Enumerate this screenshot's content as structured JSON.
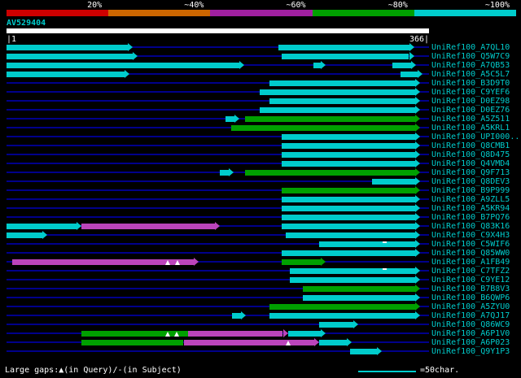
{
  "colors": {
    "cyan": "#00CCCC",
    "green": "#00A000",
    "magenta": "#BB44BB",
    "navy": "#00008B",
    "white": "#FFFFFF",
    "background": "#000000"
  },
  "chart_data": {
    "type": "bar",
    "subtype": "blast-alignment-overview",
    "query": {
      "name": "AV529404",
      "start_label": "|1",
      "end_label": "366|",
      "length": 366
    },
    "x_axis": {
      "min": 1,
      "max": 366
    },
    "identity_scale": {
      "labels": [
        "20%",
        "~40%",
        "~60%",
        "~80%",
        "~100%"
      ],
      "colors": [
        "#CC0000",
        "#CC6600",
        "#A020A0",
        "#00A000",
        "#00CCCC"
      ]
    },
    "legend": {
      "gaps": "Large gaps:▲(in Query)/-(in Subject)",
      "scale_bar_chars": "=50char."
    },
    "rows": [
      {
        "label": "UniRef100_A7QL10",
        "segments": [
          {
            "start": 1,
            "end": 110,
            "color": "cyan",
            "arrow": true
          },
          {
            "start": 236,
            "end": 353,
            "color": "cyan",
            "arrow": true
          }
        ]
      },
      {
        "label": "UniRef100_Q5W7C9",
        "segments": [
          {
            "start": 1,
            "end": 114,
            "color": "cyan",
            "arrow": true
          },
          {
            "start": 239,
            "end": 353,
            "color": "cyan",
            "arrow": true
          }
        ]
      },
      {
        "label": "UniRef100_A7QB53",
        "segments": [
          {
            "start": 1,
            "end": 206,
            "color": "cyan",
            "arrow": true
          },
          {
            "start": 266,
            "end": 277,
            "color": "cyan",
            "arrow": true
          },
          {
            "start": 334,
            "end": 355,
            "color": "cyan",
            "arrow": true
          }
        ]
      },
      {
        "label": "UniRef100_A5C5L7",
        "segments": [
          {
            "start": 1,
            "end": 107,
            "color": "cyan",
            "arrow": true
          },
          {
            "start": 341,
            "end": 360,
            "color": "cyan",
            "arrow": true
          }
        ]
      },
      {
        "label": "UniRef100_B3D9T0",
        "segments": [
          {
            "start": 228,
            "end": 358,
            "color": "cyan",
            "arrow": true
          }
        ]
      },
      {
        "label": "UniRef100_C9YEF6",
        "segments": [
          {
            "start": 220,
            "end": 358,
            "color": "cyan",
            "arrow": true
          }
        ]
      },
      {
        "label": "UniRef100_D0EZ98",
        "segments": [
          {
            "start": 228,
            "end": 358,
            "color": "cyan",
            "arrow": true
          }
        ]
      },
      {
        "label": "UniRef100_D0EZ76",
        "segments": [
          {
            "start": 220,
            "end": 358,
            "color": "cyan",
            "arrow": true
          }
        ]
      },
      {
        "label": "UniRef100_A5Z511",
        "segments": [
          {
            "start": 190,
            "end": 202,
            "color": "cyan",
            "arrow": true
          },
          {
            "start": 207,
            "end": 358,
            "color": "green",
            "arrow": true
          }
        ]
      },
      {
        "label": "UniRef100_A5KRL1",
        "segments": [
          {
            "start": 195,
            "end": 358,
            "color": "green",
            "arrow": true
          }
        ]
      },
      {
        "label": "UniRef100_UPI000..",
        "segments": [
          {
            "start": 239,
            "end": 358,
            "color": "cyan",
            "arrow": true
          }
        ]
      },
      {
        "label": "UniRef100_Q8CMB1",
        "segments": [
          {
            "start": 239,
            "end": 358,
            "color": "cyan",
            "arrow": true
          }
        ]
      },
      {
        "label": "UniRef100_Q8D475",
        "segments": [
          {
            "start": 239,
            "end": 358,
            "color": "cyan",
            "arrow": true
          }
        ]
      },
      {
        "label": "UniRef100_Q4VMD4",
        "segments": [
          {
            "start": 239,
            "end": 358,
            "color": "cyan",
            "arrow": true
          }
        ]
      },
      {
        "label": "UniRef100_Q9F713",
        "segments": [
          {
            "start": 185,
            "end": 197,
            "color": "cyan",
            "arrow": true
          },
          {
            "start": 207,
            "end": 358,
            "color": "green",
            "arrow": true
          }
        ]
      },
      {
        "label": "UniRef100_Q8DEV3",
        "segments": [
          {
            "start": 317,
            "end": 358,
            "color": "cyan",
            "arrow": true
          }
        ]
      },
      {
        "label": "UniRef100_B9P999",
        "segments": [
          {
            "start": 239,
            "end": 358,
            "color": "green",
            "arrow": true
          }
        ]
      },
      {
        "label": "UniRef100_A9ZLL5",
        "segments": [
          {
            "start": 239,
            "end": 358,
            "color": "cyan",
            "arrow": true
          }
        ]
      },
      {
        "label": "UniRef100_A5KR94",
        "segments": [
          {
            "start": 239,
            "end": 358,
            "color": "cyan",
            "arrow": true
          }
        ]
      },
      {
        "label": "UniRef100_B7PQ76",
        "segments": [
          {
            "start": 239,
            "end": 358,
            "color": "cyan",
            "arrow": true
          }
        ]
      },
      {
        "label": "UniRef100_Q83K16",
        "segments": [
          {
            "start": 1,
            "end": 66,
            "color": "cyan",
            "arrow": true
          },
          {
            "start": 66,
            "end": 185,
            "color": "magenta",
            "arrow": true
          },
          {
            "start": 239,
            "end": 358,
            "color": "cyan",
            "arrow": true
          }
        ]
      },
      {
        "label": "UniRef100_C9X4H3",
        "segments": [
          {
            "start": 1,
            "end": 36,
            "color": "cyan",
            "arrow": true
          },
          {
            "start": 242,
            "end": 358,
            "color": "cyan",
            "arrow": true
          }
        ]
      },
      {
        "label": "UniRef100_C5WIF6",
        "segments": [
          {
            "start": 271,
            "end": 358,
            "color": "cyan",
            "arrow": true
          }
        ],
        "markers": [
          {
            "pos": 327,
            "type": "gap-subject"
          }
        ]
      },
      {
        "label": "UniRef100_Q85WW0",
        "segments": [
          {
            "start": 239,
            "end": 358,
            "color": "cyan",
            "arrow": true
          }
        ]
      },
      {
        "label": "UniRef100_A1FB49",
        "segments": [
          {
            "start": 6,
            "end": 167,
            "color": "magenta",
            "arrow": true
          },
          {
            "start": 239,
            "end": 277,
            "color": "green",
            "arrow": true
          }
        ],
        "markers": [
          {
            "pos": 140,
            "type": "gap-query"
          },
          {
            "pos": 149,
            "type": "gap-query"
          }
        ]
      },
      {
        "label": "UniRef100_C7TFZ2",
        "segments": [
          {
            "start": 246,
            "end": 358,
            "color": "cyan",
            "arrow": true
          }
        ],
        "markers": [
          {
            "pos": 327,
            "type": "gap-subject"
          }
        ]
      },
      {
        "label": "UniRef100_C9YE12",
        "segments": [
          {
            "start": 246,
            "end": 358,
            "color": "cyan",
            "arrow": true
          }
        ]
      },
      {
        "label": "UniRef100_B7B8V3",
        "segments": [
          {
            "start": 257,
            "end": 358,
            "color": "green",
            "arrow": true
          }
        ]
      },
      {
        "label": "UniRef100_B6QWP6",
        "segments": [
          {
            "start": 257,
            "end": 358,
            "color": "cyan",
            "arrow": true
          }
        ]
      },
      {
        "label": "UniRef100_A5ZYU0",
        "segments": [
          {
            "start": 228,
            "end": 358,
            "color": "green",
            "arrow": true
          }
        ]
      },
      {
        "label": "UniRef100_A7QJ17",
        "segments": [
          {
            "start": 196,
            "end": 208,
            "color": "cyan",
            "arrow": true
          },
          {
            "start": 228,
            "end": 358,
            "color": "cyan",
            "arrow": true
          }
        ]
      },
      {
        "label": "UniRef100_Q86WC9",
        "segments": [
          {
            "start": 271,
            "end": 305,
            "color": "cyan",
            "arrow": true
          }
        ]
      },
      {
        "label": "UniRef100_A6P1V0",
        "segments": [
          {
            "start": 66,
            "end": 158,
            "color": "green",
            "arrow": false
          },
          {
            "start": 158,
            "end": 244,
            "color": "magenta",
            "arrow": true
          },
          {
            "start": 244,
            "end": 277,
            "color": "cyan",
            "arrow": true
          }
        ],
        "markers": [
          {
            "pos": 140,
            "type": "gap-query"
          },
          {
            "pos": 148,
            "type": "gap-query"
          }
        ]
      },
      {
        "label": "UniRef100_A6P023",
        "segments": [
          {
            "start": 66,
            "end": 154,
            "color": "green",
            "arrow": false
          },
          {
            "start": 154,
            "end": 271,
            "color": "magenta",
            "arrow": true
          },
          {
            "start": 271,
            "end": 299,
            "color": "cyan",
            "arrow": true
          }
        ],
        "markers": [
          {
            "pos": 244,
            "type": "gap-query"
          }
        ]
      },
      {
        "label": "UniRef100_Q9Y1P3",
        "segments": [
          {
            "start": 298,
            "end": 325,
            "color": "cyan",
            "arrow": true
          }
        ]
      }
    ]
  }
}
